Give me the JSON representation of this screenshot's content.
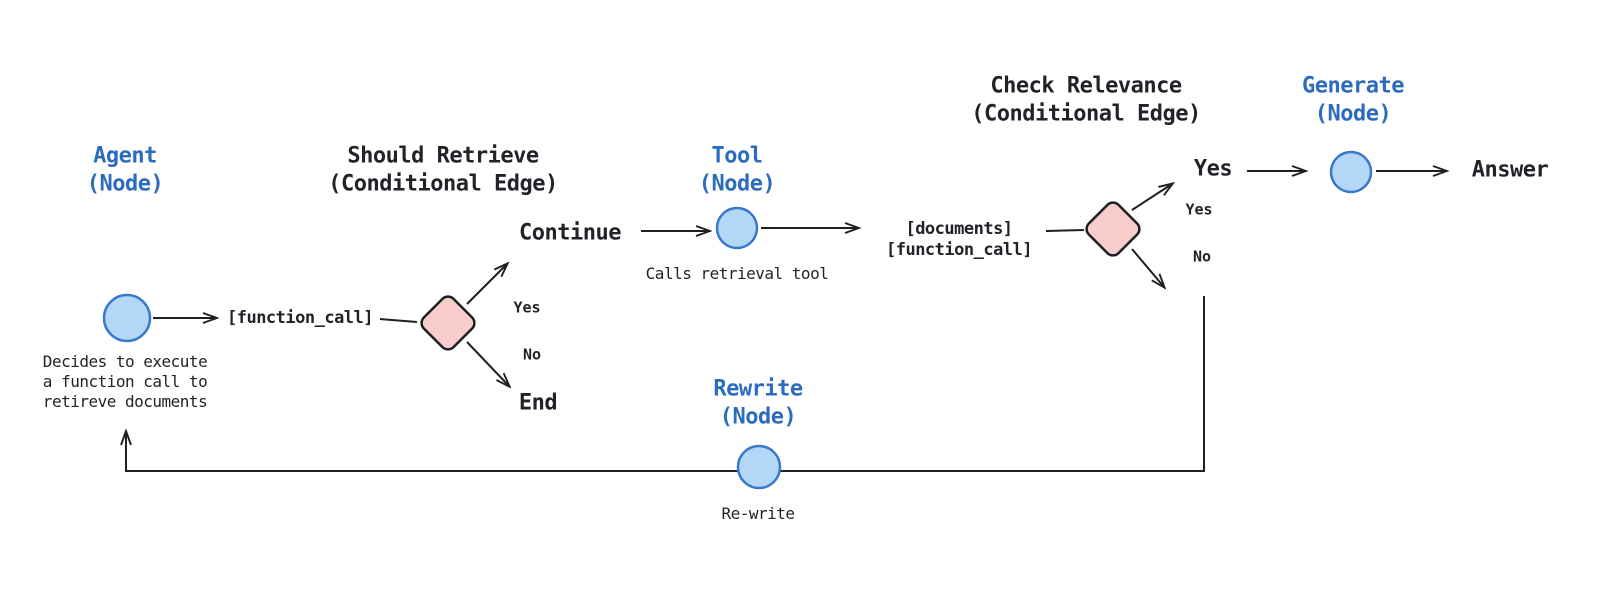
{
  "diagram": {
    "description": "Agentic RAG flow diagram with nodes and conditional edges",
    "colors": {
      "background": "#ffffff",
      "node_label_blue": "#2b6cbf",
      "text_dark": "#212329",
      "line": "#1e1f22",
      "circle_fill": "#b3d8f7",
      "circle_stroke": "#3b78cb",
      "diamond_fill": "#f7cccb",
      "diamond_stroke": "#1e1f22"
    },
    "nodes": {
      "agent": {
        "title": "Agent",
        "subtitle": "(Node)",
        "caption_line1": "Decides to execute",
        "caption_line2": "a function call to",
        "caption_line3": "retireve documents"
      },
      "should_retrieve": {
        "title": "Should Retrieve",
        "subtitle": "(Conditional Edge)"
      },
      "tool": {
        "title": "Tool",
        "subtitle": "(Node)",
        "caption": "Calls retrieval tool"
      },
      "check_relevance": {
        "title": "Check Relevance",
        "subtitle": "(Conditional Edge)"
      },
      "generate": {
        "title": "Generate",
        "subtitle": "(Node)"
      },
      "rewrite": {
        "title": "Rewrite",
        "subtitle": "(Node)",
        "caption": "Re-write"
      }
    },
    "labels": {
      "function_call_1": "[function_call]",
      "continue": "Continue",
      "yes_small_1": "Yes",
      "no_small_1": "No",
      "end": "End",
      "documents_line1": "[documents]",
      "documents_line2": "[function_call]",
      "yes_big": "Yes",
      "yes_small_2": "Yes",
      "no_small_2": "No",
      "answer": "Answer"
    },
    "edges": [
      {
        "from": "agent",
        "to": "[function_call]",
        "label": ""
      },
      {
        "from": "[function_call]",
        "to": "should_retrieve_diamond",
        "label": ""
      },
      {
        "from": "should_retrieve_diamond",
        "to": "continue",
        "label": "Yes"
      },
      {
        "from": "should_retrieve_diamond",
        "to": "end",
        "label": "No"
      },
      {
        "from": "continue",
        "to": "tool",
        "label": ""
      },
      {
        "from": "tool",
        "to": "[documents][function_call]",
        "label": ""
      },
      {
        "from": "[documents][function_call]",
        "to": "check_relevance_diamond",
        "label": ""
      },
      {
        "from": "check_relevance_diamond",
        "to": "yes",
        "label": "Yes"
      },
      {
        "from": "check_relevance_diamond",
        "to": "rewrite_loop",
        "label": "No"
      },
      {
        "from": "yes",
        "to": "generate",
        "label": ""
      },
      {
        "from": "generate",
        "to": "answer",
        "label": ""
      },
      {
        "from": "rewrite_loop",
        "to": "agent",
        "label": ""
      }
    ]
  }
}
